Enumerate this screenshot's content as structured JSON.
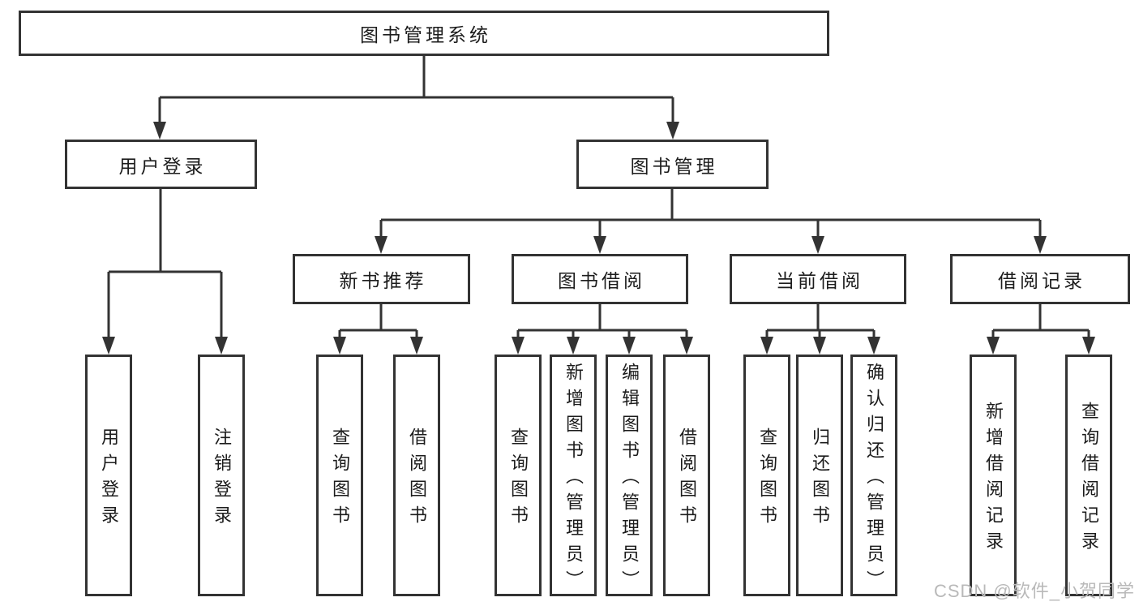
{
  "colors": {
    "line": "#333333",
    "text": "#1c1c1c",
    "bg": "#ffffff",
    "watermark": "#b9b9b9"
  },
  "watermark": "CSDN @软件_小贺同学",
  "nodes": {
    "root": {
      "label": "图书管理系统"
    },
    "level2": [
      {
        "label": "用户登录"
      },
      {
        "label": "图书管理"
      }
    ],
    "level3": [
      {
        "label": "新书推荐",
        "parent": "图书管理"
      },
      {
        "label": "图书借阅",
        "parent": "图书管理"
      },
      {
        "label": "当前借阅",
        "parent": "图书管理"
      },
      {
        "label": "借阅记录",
        "parent": "图书管理"
      }
    ],
    "leaves": [
      {
        "label": "用户登录",
        "parent": "用户登录"
      },
      {
        "label": "注销登录",
        "parent": "用户登录"
      },
      {
        "label": "查询图书",
        "parent": "新书推荐"
      },
      {
        "label": "借阅图书",
        "parent": "新书推荐"
      },
      {
        "label": "查询图书",
        "parent": "图书借阅"
      },
      {
        "label": "新增图书（管理员）",
        "parent": "图书借阅"
      },
      {
        "label": "编辑图书（管理员）",
        "parent": "图书借阅"
      },
      {
        "label": "借阅图书",
        "parent": "图书借阅"
      },
      {
        "label": "查询图书",
        "parent": "当前借阅"
      },
      {
        "label": "归还图书",
        "parent": "当前借阅"
      },
      {
        "label": "确认归还（管理员）",
        "parent": "当前借阅"
      },
      {
        "label": "新增借阅记录",
        "parent": "借阅记录"
      },
      {
        "label": "查询借阅记录",
        "parent": "借阅记录"
      }
    ]
  }
}
